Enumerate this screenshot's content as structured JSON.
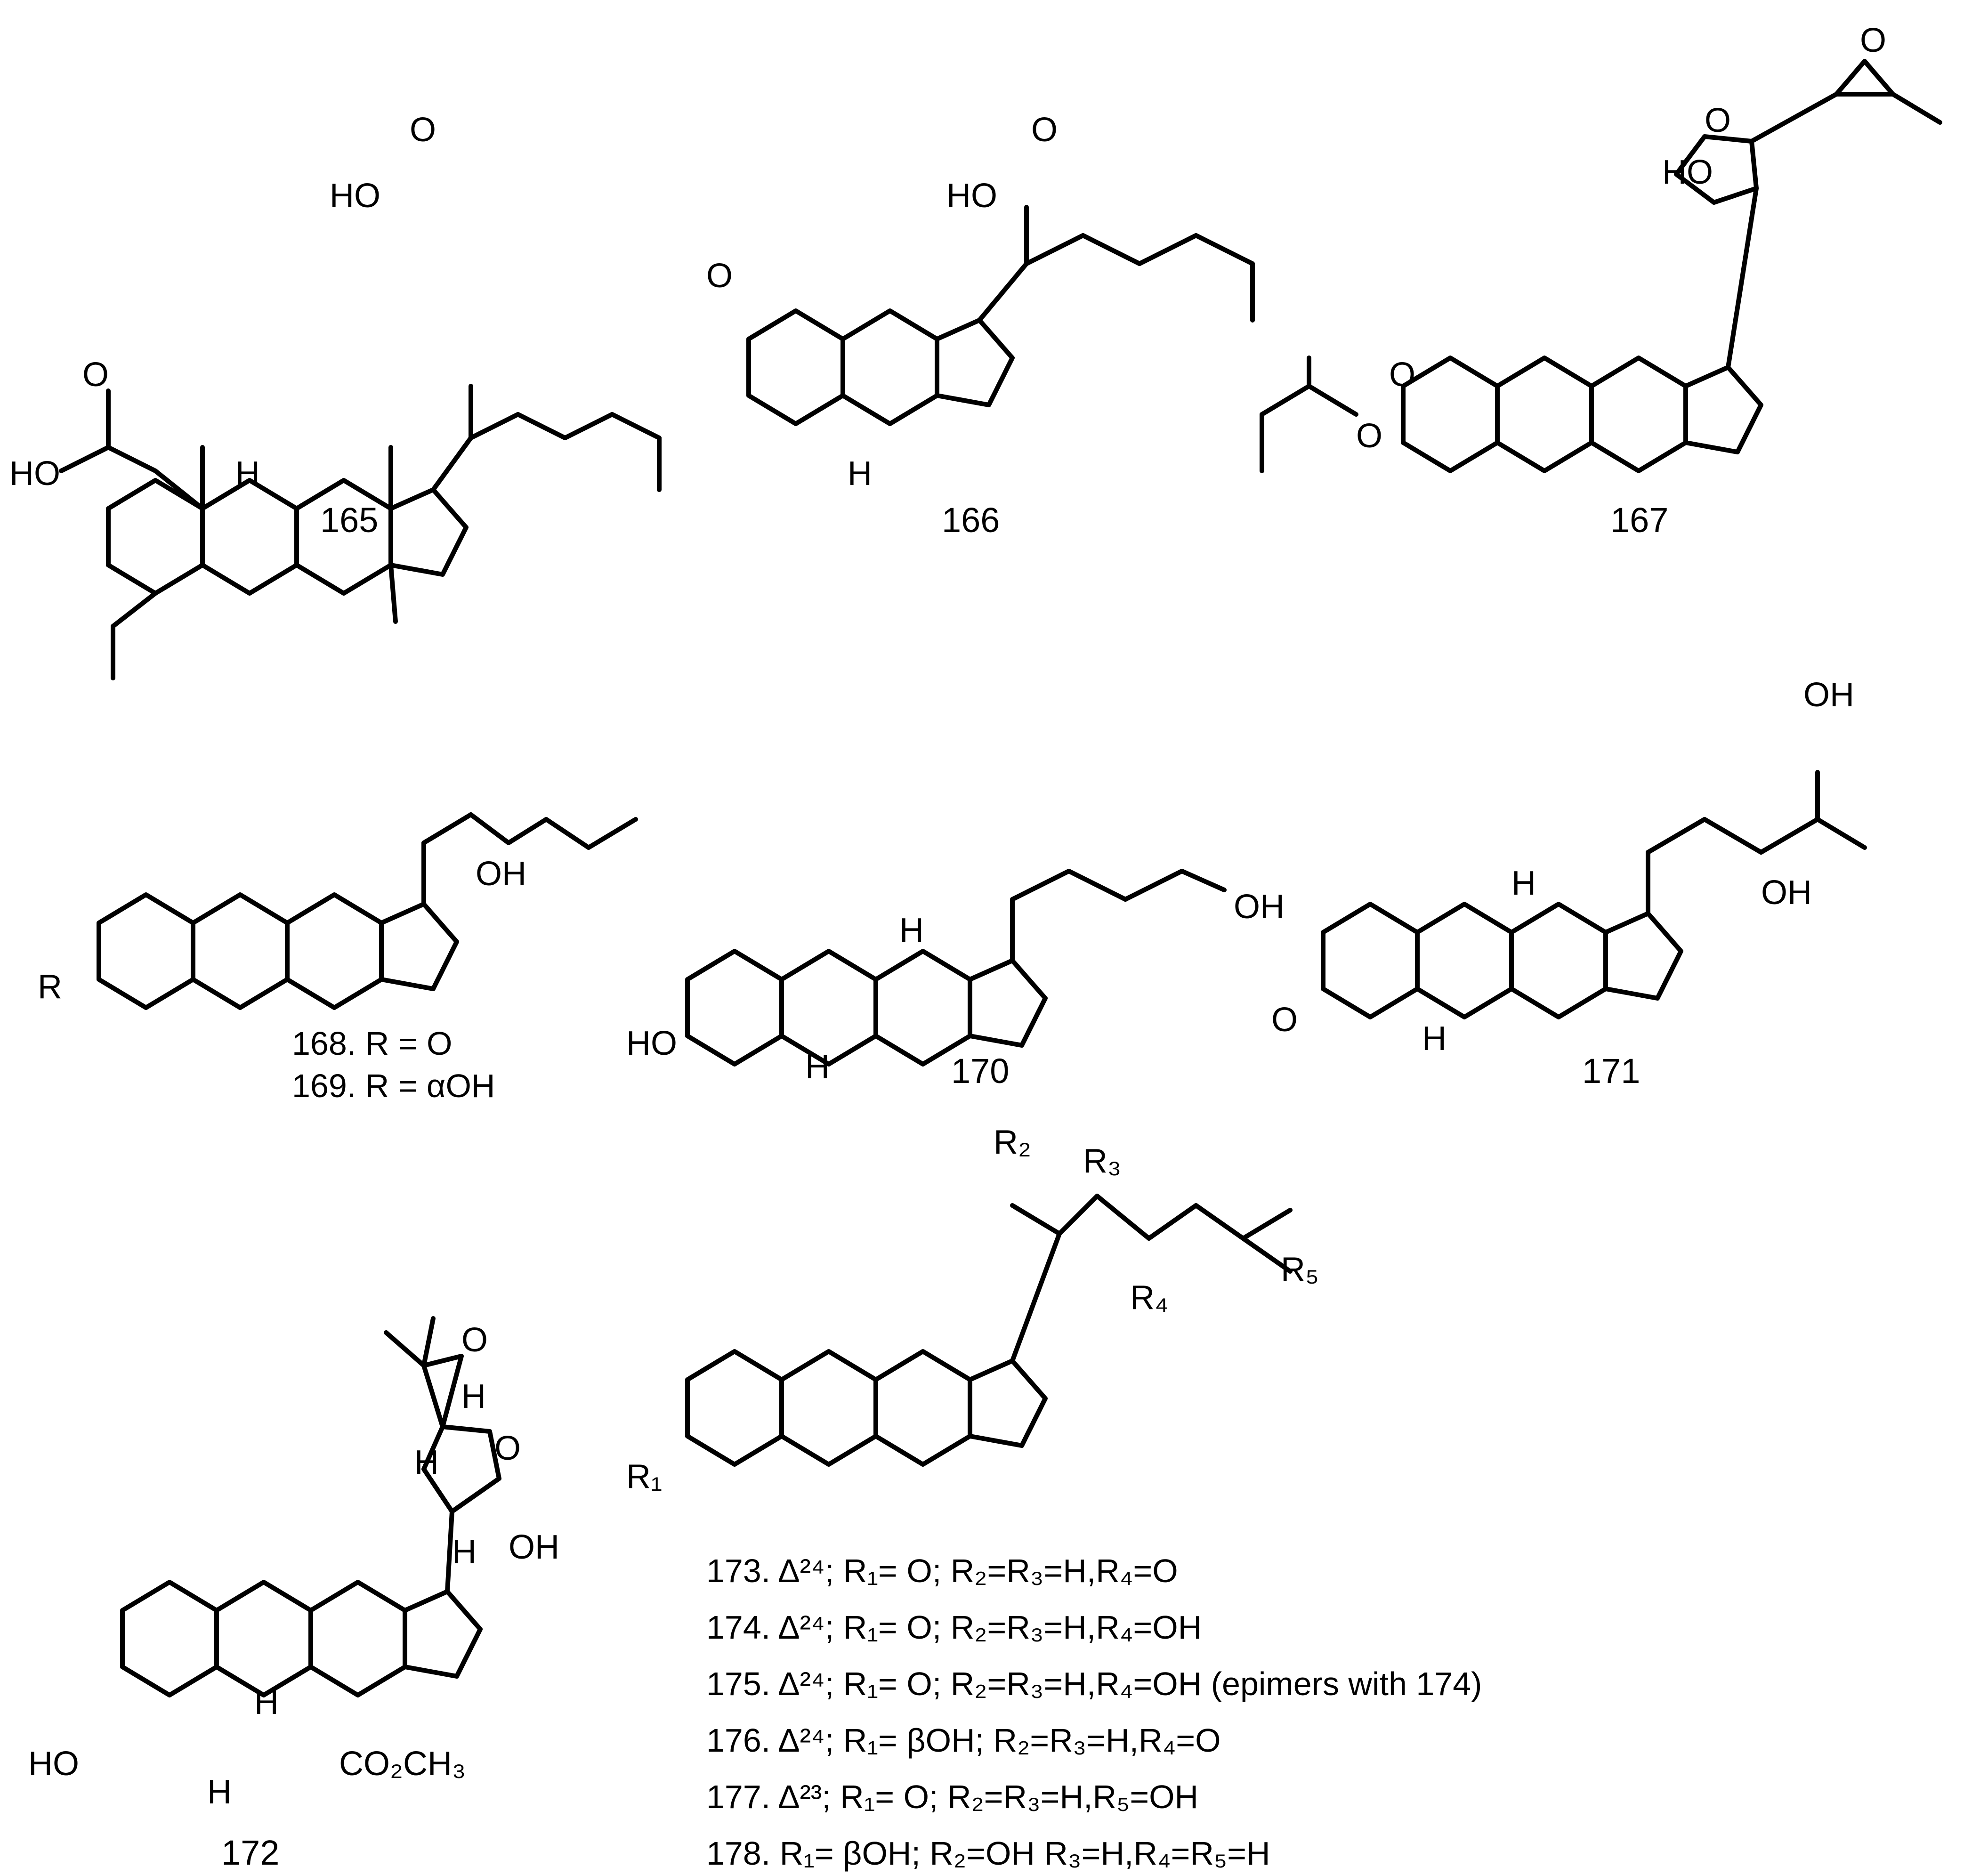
{
  "compounds": {
    "c165": {
      "number": "165",
      "oh1": "HO",
      "o1": "O",
      "oh2": "HO",
      "o2": "O",
      "h": "H"
    },
    "c166": {
      "number": "166",
      "oh1": "HO",
      "o1": "O",
      "o2": "O",
      "h": "H"
    },
    "c167": {
      "number": "167",
      "oh": "HO",
      "o_ring": "O",
      "o_epox": "O",
      "o_carb": "O",
      "o_ester": "O"
    },
    "c168": {
      "r": "R",
      "oh": "OH",
      "label1": "168. R = O",
      "label2": "169. R = αOH"
    },
    "c170": {
      "number": "170",
      "oh_side": "OH",
      "oh": "HO",
      "h1": "H",
      "h2": "H"
    },
    "c171": {
      "number": "171",
      "oh1": "OH",
      "oh2": "OH",
      "o": "O",
      "h1": "H",
      "h2": "H"
    },
    "c172": {
      "number": "172",
      "o_epox": "O",
      "o_ring": "O",
      "oh_ring": "OH",
      "h1": "H",
      "h2": "H",
      "h3": "H",
      "h4": "H",
      "h5": "H",
      "ho": "HO",
      "ester": "CO₂CH₃"
    },
    "c173": {
      "r1": "R₁",
      "r2": "R₂",
      "r3": "R₃",
      "r4": "R₄",
      "r5": "R₅"
    }
  },
  "legend_173_178": [
    "173. Δ²⁴; R₁= O; R₂=R₃=H,R₄=O",
    "174. Δ²⁴; R₁= O; R₂=R₃=H,R₄=OH",
    "175. Δ²⁴; R₁= O; R₂=R₃=H,R₄=OH (epimers with 174)",
    "176. Δ²⁴; R₁= βOH; R₂=R₃=H,R₄=O",
    "177. Δ²³; R₁= O; R₂=R₃=H,R₅=OH",
    "178. R₁= βOH; R₂=OH R₃=H,R₄=R₅=H"
  ]
}
